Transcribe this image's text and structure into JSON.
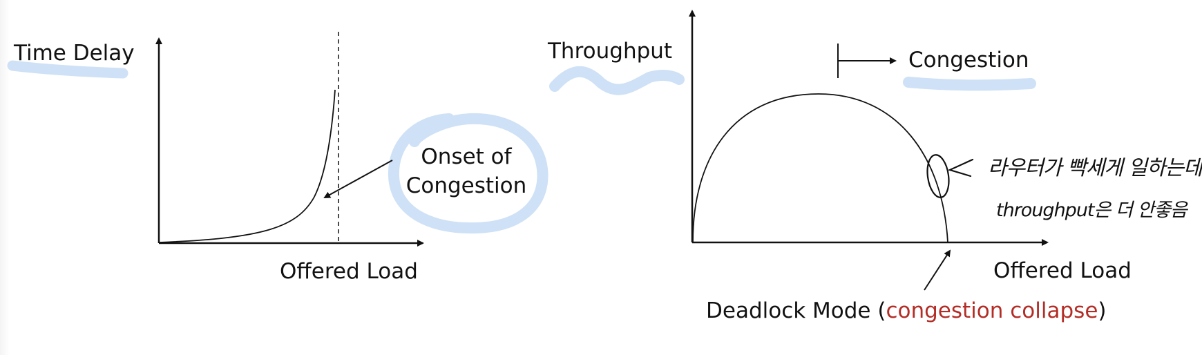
{
  "left_diagram": {
    "y_axis_label": "Time Delay",
    "x_axis_label": "Offered Load",
    "annotation_line1": "Onset of",
    "annotation_line2": "Congestion"
  },
  "right_diagram": {
    "y_axis_label": "Throughput",
    "x_axis_label": "Offered Load",
    "congestion_label": "Congestion",
    "deadlock_prefix": "Deadlock Mode (",
    "deadlock_highlight": "congestion collapse",
    "deadlock_suffix": ")",
    "handwritten_note_line1": "라우터가 빡세게 일하는데",
    "handwritten_note_line2": "throughput은 더 안좋음"
  },
  "colors": {
    "ink": "#111111",
    "highlight_blue": "#cfe1f6",
    "accent_red": "#b32d26"
  }
}
